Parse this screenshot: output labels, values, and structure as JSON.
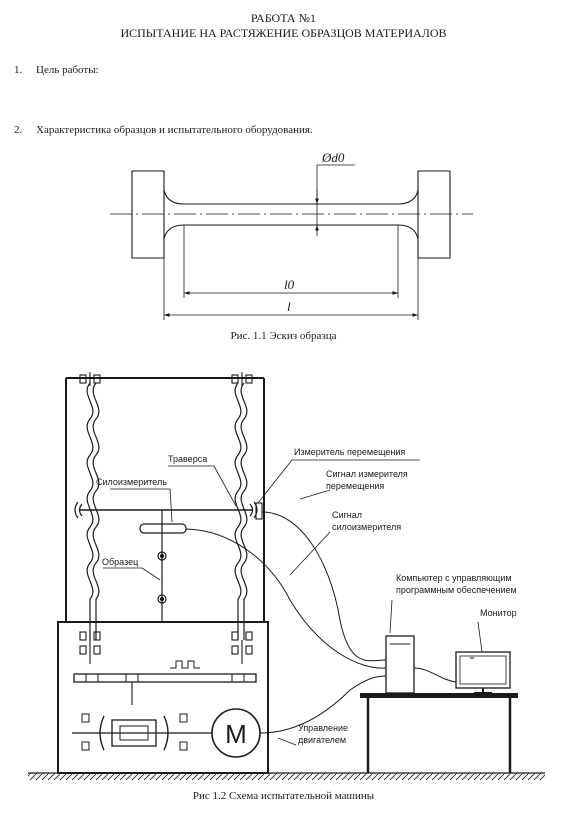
{
  "document": {
    "work_title": "РАБОТА №1",
    "work_subtitle": "ИСПЫТАНИЕ НА РАСТЯЖЕНИЕ ОБРАЗЦОВ МАТЕРИАЛОВ"
  },
  "sections": [
    {
      "number": "1.",
      "text": "Цель работы:"
    },
    {
      "number": "2.",
      "text": "Характеристика образцов и испытательного оборудования."
    }
  ],
  "figure1": {
    "caption": "Рис. 1.1 Эскиз образца",
    "dim_diameter": "Ød0",
    "dim_gauge_length": "l0",
    "dim_total_length": "l"
  },
  "figure2": {
    "caption": "Рис 1.2 Схема испытательной машины",
    "labels": {
      "traverse": "Траверса",
      "load_cell": "Силоизмеритель",
      "specimen": "Образец",
      "displacement_meter": "Измеритель перемещения",
      "displacement_signal_1": "Сигнал измерителя",
      "displacement_signal_2": "перемещения",
      "load_signal_1": "Сигнал",
      "load_signal_2": "силоизмерителя",
      "computer_1": "Компьютер с управляющим",
      "computer_2": "программным обеспечением",
      "monitor": "Монитор",
      "motor_control_1": "Управление",
      "motor_control_2": "двигателем",
      "motor_letter": "M"
    }
  }
}
